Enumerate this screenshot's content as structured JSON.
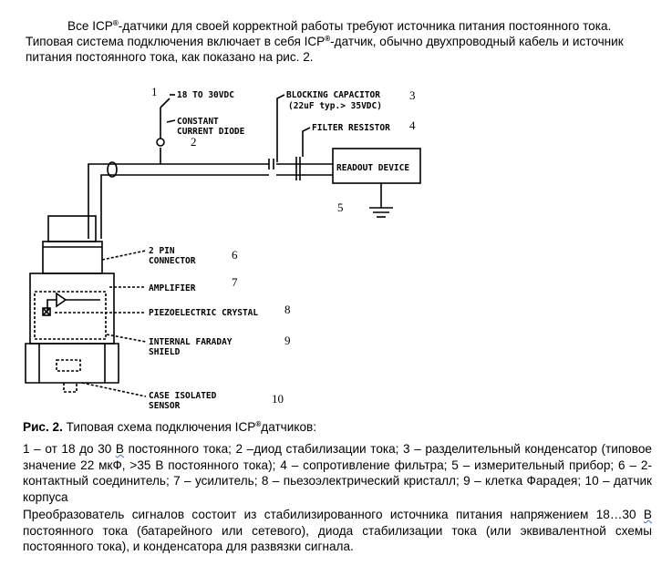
{
  "intro": {
    "part1": "Все ICP",
    "sup1": "®",
    "part2": "-датчики для своей корректной работы требуют источника питания постоянного тока. Типовая система подключения включает в себя ICP",
    "sup2": "®",
    "part3": "-датчик, обычно двухпроводный кабель и источник питания постоянного тока, как показано на рис. 2."
  },
  "diagram": {
    "labels": {
      "supply": "18 TO 30VDC",
      "diode1": "CONSTANT",
      "diode2": "CURRENT DIODE",
      "cap1": "BLOCKING CAPACITOR",
      "cap2": "(22uF typ.> 35VDC)",
      "filter": "FILTER RESISTOR",
      "readout": "READOUT DEVICE",
      "conn1": "2 PIN",
      "conn2": "CONNECTOR",
      "amp": "AMPLIFIER",
      "piezo": "PIEZOELECTRIC CRYSTAL",
      "shield1": "INTERNAL FARADAY",
      "shield2": "SHIELD",
      "case1": "CASE ISOLATED",
      "case2": "SENSOR"
    },
    "numbers": {
      "n1": "1",
      "n2": "2",
      "n3": "3",
      "n4": "4",
      "n5": "5",
      "n6": "6",
      "n7": "7",
      "n8": "8",
      "n9": "9",
      "n10": "10"
    }
  },
  "caption": {
    "label": "Рис. 2.",
    "text": " Типовая схема подключения ICP",
    "sup": "®",
    "tail": "датчиков:"
  },
  "legend": {
    "a": "1 – от 18 до 30 ",
    "squiggle": "В",
    "b": " постоянного тока; 2 –диод стабилизации тока; 3 – разделительный конденсатор (типовое значение 22 мкФ, >35 В постоянного тока); 4 – сопротивление фильтра; 5 – измерительный прибор; 6 – 2-контактный соединитель; 7 – усилитель; 8 – пьезоэлектрический кристалл; 9 – клетка Фарадея; 10 – датчик корпуса"
  },
  "paragraph": {
    "a": "Преобразователь сигналов состоит из стабилизированного источника питания напряжением 18…30 ",
    "squiggle": "В",
    "b": " постоянного тока (батарейного или сетевого), диода стабилизации тока (или эквивалентной схемы постоянного тока), и конденсатора для развязки сигнала."
  }
}
